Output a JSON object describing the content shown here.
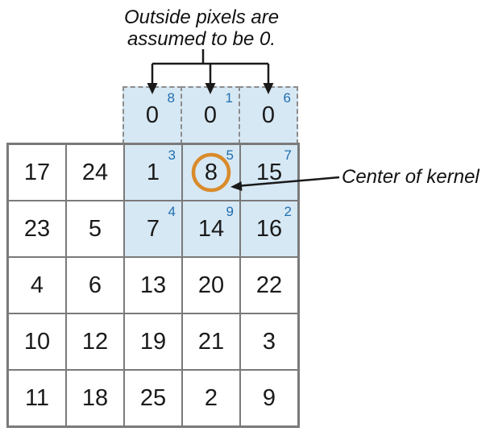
{
  "title": {
    "line1": "Outside pixels are",
    "line2": "assumed  to be 0."
  },
  "annotation": {
    "center_of_kernel": "Center of kernel"
  },
  "padding_row": {
    "cells": [
      {
        "value": "0",
        "index": "8"
      },
      {
        "value": "0",
        "index": "1"
      },
      {
        "value": "0",
        "index": "6"
      }
    ]
  },
  "grid": {
    "rows": [
      [
        "17",
        "24",
        "1",
        "8",
        "15"
      ],
      [
        "23",
        "5",
        "7",
        "14",
        "16"
      ],
      [
        "4",
        "6",
        "13",
        "20",
        "22"
      ],
      [
        "10",
        "12",
        "19",
        "21",
        "3"
      ],
      [
        "11",
        "18",
        "25",
        "2",
        "9"
      ]
    ]
  },
  "kernel": {
    "indices_row1": [
      "3",
      "5",
      "7"
    ],
    "indices_row2": [
      "4",
      "9",
      "2"
    ]
  },
  "colors": {
    "highlight": "#d6e8f4",
    "index_blue": "#1f6eb0",
    "circle_orange": "#d98b2b",
    "grid_gray": "#7a7a7a",
    "dash_gray": "#8c8c8c"
  }
}
